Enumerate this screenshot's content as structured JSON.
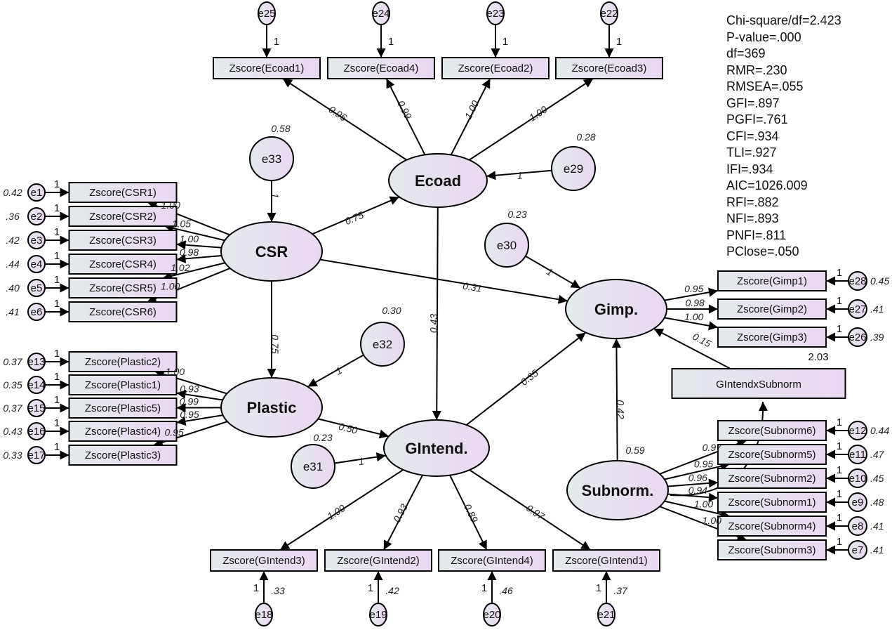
{
  "fit_indices": [
    "Chi-square/df=2.423",
    "P-value=.000",
    "df=369",
    "RMR=.230",
    "RMSEA=.055",
    "GFI=.897",
    "PGFI=.761",
    "CFI=.934",
    "TLI=.927",
    "IFI=.934",
    "AIC=1026.009",
    "RFI=.882",
    "NFI=.893",
    "PNFI=.811",
    "PClose=.050"
  ],
  "colors": {
    "fill_start": "#e4eaec",
    "fill_end": "#ead8f2",
    "stroke": "#000000"
  },
  "latents": {
    "ecoad": {
      "label": "Ecoad",
      "error": "e29",
      "error_var": "0.28",
      "path_from_error": "1"
    },
    "csr": {
      "label": "CSR",
      "error": "e33",
      "error_var": "0.58",
      "path_from_error": "1"
    },
    "plastic": {
      "label": "Plastic",
      "error": "e32",
      "error_var": "0.30",
      "path_from_error": "1"
    },
    "gintend": {
      "label": "GIntend.",
      "error": "e31",
      "error_var": "0.23",
      "path_from_error": "1"
    },
    "gimp": {
      "label": "Gimp.",
      "error": "e30",
      "error_var": "0.23",
      "path_from_error": "1"
    },
    "subnorm": {
      "label": "Subnorm.",
      "variance": "0.59"
    }
  },
  "interaction": {
    "label": "GIntendxSubnorm",
    "variance": "2.03"
  },
  "structural_paths": [
    {
      "from": "csr",
      "to": "ecoad",
      "coef": "0.75"
    },
    {
      "from": "csr",
      "to": "plastic",
      "coef": "0.75"
    },
    {
      "from": "csr",
      "to": "gimp",
      "coef": "0.31"
    },
    {
      "from": "ecoad",
      "to": "gintend",
      "coef": "0.43"
    },
    {
      "from": "plastic",
      "to": "gintend",
      "coef": "0.50"
    },
    {
      "from": "gintend",
      "to": "gimp",
      "coef": "0.35"
    },
    {
      "from": "subnorm",
      "to": "gimp",
      "coef": "0.42"
    },
    {
      "from": "interaction",
      "to": "gimp",
      "coef": "0.15"
    }
  ],
  "indicators": {
    "ecoad": [
      {
        "label": "Zscore(Ecoad1)",
        "loading": "0.96",
        "error": "e25",
        "fix": "1"
      },
      {
        "label": "Zscore(Ecoad4)",
        "loading": "0.99",
        "error": "e24",
        "fix": "1"
      },
      {
        "label": "Zscore(Ecoad2)",
        "loading": "1.00",
        "error": "e23",
        "fix": "1"
      },
      {
        "label": "Zscore(Ecoad3)",
        "loading": "1.00",
        "error": "e22",
        "fix": "1"
      }
    ],
    "csr": [
      {
        "label": "Zscore(CSR1)",
        "loading": "1.00",
        "error": "e1",
        "error_var": "0.42",
        "fix": "1"
      },
      {
        "label": "Zscore(CSR2)",
        "loading": "1.05",
        "error": "e2",
        "error_var": ".36",
        "fix": "1"
      },
      {
        "label": "Zscore(CSR3)",
        "loading": "1.00",
        "error": "e3",
        "error_var": ".42",
        "fix": "1"
      },
      {
        "label": "Zscore(CSR4)",
        "loading": "0.98",
        "error": "e4",
        "error_var": ".44",
        "fix": "1"
      },
      {
        "label": "Zscore(CSR5)",
        "loading": "1.02",
        "error": "e5",
        "error_var": ".40",
        "fix": "1"
      },
      {
        "label": "Zscore(CSR6)",
        "loading": "1.00",
        "error": "e6",
        "error_var": ".41",
        "fix": "1"
      }
    ],
    "plastic": [
      {
        "label": "Zscore(Plastic2)",
        "loading": "1.00",
        "error": "e13",
        "error_var": "0.37",
        "fix": "1"
      },
      {
        "label": "Zscore(Plastic1)",
        "loading": "0.93",
        "error": "e14",
        "error_var": "0.35",
        "fix": "1"
      },
      {
        "label": "Zscore(Plastic5)",
        "loading": "0.99",
        "error": "e15",
        "error_var": "0.37",
        "fix": "1"
      },
      {
        "label": "Zscore(Plastic4)",
        "loading": "0.95",
        "error": "e16",
        "error_var": "0.43",
        "fix": "1"
      },
      {
        "label": "Zscore(Plastic3)",
        "loading": "0.95",
        "error": "e17",
        "error_var": "0.33",
        "fix": "1"
      }
    ],
    "gintend": [
      {
        "label": "Zscore(GIntend3)",
        "loading": "1.00",
        "error": "e18",
        "error_var": ".33",
        "fix": "1"
      },
      {
        "label": "Zscore(GIntend2)",
        "loading": "0.93",
        "error": "e19",
        "error_var": ".42",
        "fix": "1"
      },
      {
        "label": "Zscore(GIntend4)",
        "loading": "0.89",
        "error": "e20",
        "error_var": ".46",
        "fix": "1"
      },
      {
        "label": "Zscore(GIntend1)",
        "loading": "0.97",
        "error": "e21",
        "error_var": ".37",
        "fix": "1"
      }
    ],
    "gimp": [
      {
        "label": "Zscore(Gimp1)",
        "loading": "0.95",
        "error": "e28",
        "error_var": "0.45",
        "fix": "1"
      },
      {
        "label": "Zscore(Gimp2)",
        "loading": "0.98",
        "error": "e27",
        "error_var": ".41",
        "fix": "1"
      },
      {
        "label": "Zscore(Gimp3)",
        "loading": "1.00",
        "error": "e26",
        "error_var": ".39",
        "fix": "1"
      }
    ],
    "subnorm": [
      {
        "label": "Zscore(Subnorm6)",
        "loading": "0.97",
        "error": "e12",
        "error_var": "0.44",
        "fix": "1"
      },
      {
        "label": "Zscore(Subnorm5)",
        "loading": "0.95",
        "error": "e11",
        "error_var": ".47",
        "fix": "1"
      },
      {
        "label": "Zscore(Subnorm2)",
        "loading": "0.96",
        "error": "e10",
        "error_var": ".45",
        "fix": "1"
      },
      {
        "label": "Zscore(Subnorm1)",
        "loading": "0.94",
        "error": "e9",
        "error_var": ".48",
        "fix": "1"
      },
      {
        "label": "Zscore(Subnorm4)",
        "loading": "1.00",
        "error": "e8",
        "error_var": ".41",
        "fix": "1"
      },
      {
        "label": "Zscore(Subnorm3)",
        "loading": "1.00",
        "error": "e7",
        "error_var": ".41",
        "fix": "1"
      }
    ]
  }
}
